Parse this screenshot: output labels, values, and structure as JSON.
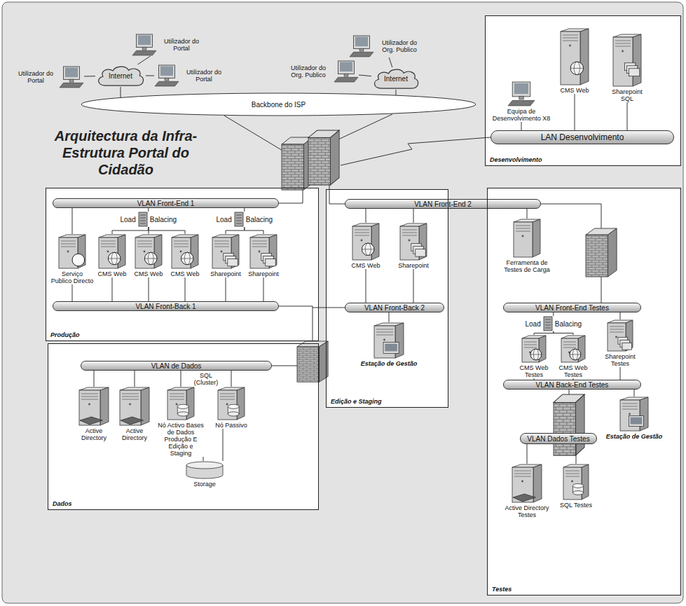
{
  "diagram": {
    "title": "Arquitectura da Infra-Estrutura Portal do Cidadão",
    "nodes": [
      {
        "text": [
          "Utilizador do Portal"
        ]
      },
      {
        "text": [
          "Utilizador do Portal"
        ]
      },
      {
        "text": [
          "Utilizador do Portal"
        ]
      },
      {
        "text": [
          "Internet"
        ]
      },
      {
        "text": [
          "Utilizador do Org. Publico"
        ]
      },
      {
        "text": [
          "Utilizador do Org. Publico"
        ]
      },
      {
        "text": [
          "Internet"
        ]
      },
      {
        "text": [
          "Backbone do ISP"
        ]
      },
      {
        "text": [
          "Desenvolvimento"
        ]
      },
      {
        "text": [
          "Equipa de Desenvolvimento X8"
        ],
        "in": 8
      },
      {
        "text": [
          "CMS Web"
        ],
        "in": 8
      },
      {
        "text": [
          "Sharepoint SQL"
        ],
        "in": 8
      },
      {
        "text": [
          "LAN Desenvolvimento"
        ],
        "in": 8
      },
      {
        "text": [
          "Produção"
        ]
      },
      {
        "text": [
          "VLAN Front-End 1"
        ],
        "in": 13
      },
      {
        "text": [
          "Load",
          "Balacing"
        ],
        "in": 13
      },
      {
        "text": [
          "Load",
          "Balacing"
        ],
        "in": 13
      },
      {
        "text": [
          "Serviço Publico Directo"
        ],
        "in": 13
      },
      {
        "text": [
          "CMS Web"
        ],
        "in": 13
      },
      {
        "text": [
          "CMS Web"
        ],
        "in": 13
      },
      {
        "text": [
          "CMS Web"
        ],
        "in": 13
      },
      {
        "text": [
          "Sharepoint"
        ],
        "in": 13
      },
      {
        "text": [
          "Sharepoint"
        ],
        "in": 13
      },
      {
        "text": [
          "VLAN Front-Back 1"
        ],
        "in": 13
      },
      {
        "text": [
          "VLAN Front-End 2"
        ]
      },
      {
        "text": [
          "Edição e Staging"
        ]
      },
      {
        "text": [
          "CMS Web"
        ],
        "in": 25
      },
      {
        "text": [
          "Sharepoint"
        ],
        "in": 25
      },
      {
        "text": [
          "VLAN Front-Back 2"
        ],
        "in": 25
      },
      {
        "text": [
          "Estação de Gestão"
        ],
        "in": 25
      },
      {
        "text": [
          "Testes"
        ]
      },
      {
        "text": [
          "Ferramenta de Testes de Carga"
        ],
        "in": 30
      },
      {
        "text": [
          "VLAN Front-End Testes"
        ],
        "in": 30
      },
      {
        "text": [
          "Load",
          "Balacing"
        ],
        "in": 30
      },
      {
        "text": [
          "CMS Web Testes"
        ],
        "in": 30
      },
      {
        "text": [
          "CMS Web Testes"
        ],
        "in": 30
      },
      {
        "text": [
          "Sharepoint Testes"
        ],
        "in": 30
      },
      {
        "text": [
          "VLAN Back-End Testes"
        ],
        "in": 30
      },
      {
        "text": [
          "Estação de Gestão"
        ],
        "in": 30
      },
      {
        "text": [
          "VLAN Dados Testes"
        ],
        "in": 30
      },
      {
        "text": [
          "Active Directory Testes"
        ],
        "in": 30
      },
      {
        "text": [
          "SQL Testes"
        ],
        "in": 30
      },
      {
        "text": [
          "Dados"
        ]
      },
      {
        "text": [
          "VLAN de Dados"
        ],
        "in": 42
      },
      {
        "text": [
          "Active Directory"
        ],
        "in": 42
      },
      {
        "text": [
          "Active Directory"
        ],
        "in": 42
      },
      {
        "text": [
          "Nó Activo Bases de Dados Produção E Edição e Staging"
        ],
        "in": 42
      },
      {
        "text": [
          "Nó Passivo"
        ],
        "in": 42
      },
      {
        "text": [
          "Storage"
        ],
        "in": 42
      }
    ],
    "edges": [
      {
        "from": 0,
        "to": 3,
        "arrow": "none"
      },
      {
        "from": 1,
        "to": 3,
        "arrow": "none"
      },
      {
        "from": 2,
        "to": 3,
        "arrow": "none"
      },
      {
        "from": 4,
        "to": 6,
        "arrow": "none"
      },
      {
        "from": 5,
        "to": 6,
        "arrow": "none"
      },
      {
        "from": 3,
        "to": 7,
        "arrow": "none"
      },
      {
        "from": 6,
        "to": 7,
        "arrow": "none"
      },
      {
        "from": 9,
        "to": 12,
        "arrow": "none"
      },
      {
        "from": 10,
        "to": 12,
        "arrow": "none"
      },
      {
        "from": 11,
        "to": 12,
        "arrow": "none"
      },
      {
        "from": 14,
        "to": 17,
        "arrow": "none"
      },
      {
        "from": 14,
        "to": 15,
        "arrow": "none"
      },
      {
        "from": 15,
        "to": 18,
        "arrow": "none"
      },
      {
        "from": 15,
        "to": 19,
        "arrow": "none"
      },
      {
        "from": 15,
        "to": 20,
        "arrow": "none"
      },
      {
        "from": 14,
        "to": 16,
        "arrow": "none"
      },
      {
        "from": 16,
        "to": 21,
        "arrow": "none"
      },
      {
        "from": 16,
        "to": 22,
        "arrow": "none"
      },
      {
        "from": 17,
        "to": 23,
        "arrow": "none"
      },
      {
        "from": 18,
        "to": 23,
        "arrow": "none"
      },
      {
        "from": 19,
        "to": 23,
        "arrow": "none"
      },
      {
        "from": 20,
        "to": 23,
        "arrow": "none"
      },
      {
        "from": 21,
        "to": 23,
        "arrow": "none"
      },
      {
        "from": 22,
        "to": 23,
        "arrow": "none"
      },
      {
        "from": 24,
        "to": 26,
        "arrow": "none"
      },
      {
        "from": 24,
        "to": 27,
        "arrow": "none"
      },
      {
        "from": 26,
        "to": 28,
        "arrow": "none"
      },
      {
        "from": 27,
        "to": 28,
        "arrow": "none"
      },
      {
        "from": 28,
        "to": 29,
        "arrow": "none"
      },
      {
        "from": 24,
        "to": 31,
        "arrow": "none"
      },
      {
        "from": 32,
        "to": 33,
        "arrow": "none"
      },
      {
        "from": 33,
        "to": 34,
        "arrow": "none"
      },
      {
        "from": 33,
        "to": 35,
        "arrow": "none"
      },
      {
        "from": 32,
        "to": 36,
        "arrow": "none"
      },
      {
        "from": 34,
        "to": 37,
        "arrow": "none"
      },
      {
        "from": 35,
        "to": 37,
        "arrow": "none"
      },
      {
        "from": 36,
        "to": 37,
        "arrow": "none"
      },
      {
        "from": 37,
        "to": 38,
        "arrow": "none"
      },
      {
        "from": 39,
        "to": 40,
        "arrow": "none"
      },
      {
        "from": 39,
        "to": 41,
        "arrow": "none"
      },
      {
        "from": 43,
        "to": 44,
        "arrow": "none"
      },
      {
        "from": 43,
        "to": 45,
        "arrow": "none"
      },
      {
        "from": 43,
        "to": 46,
        "arrow": "none"
      },
      {
        "from": 43,
        "to": 47,
        "arrow": "none"
      },
      {
        "from": 46,
        "to": 48,
        "arrow": "none"
      },
      {
        "from": 47,
        "to": 48,
        "arrow": "none"
      }
    ],
    "labels": [
      "SQL (Cluster)"
    ]
  }
}
